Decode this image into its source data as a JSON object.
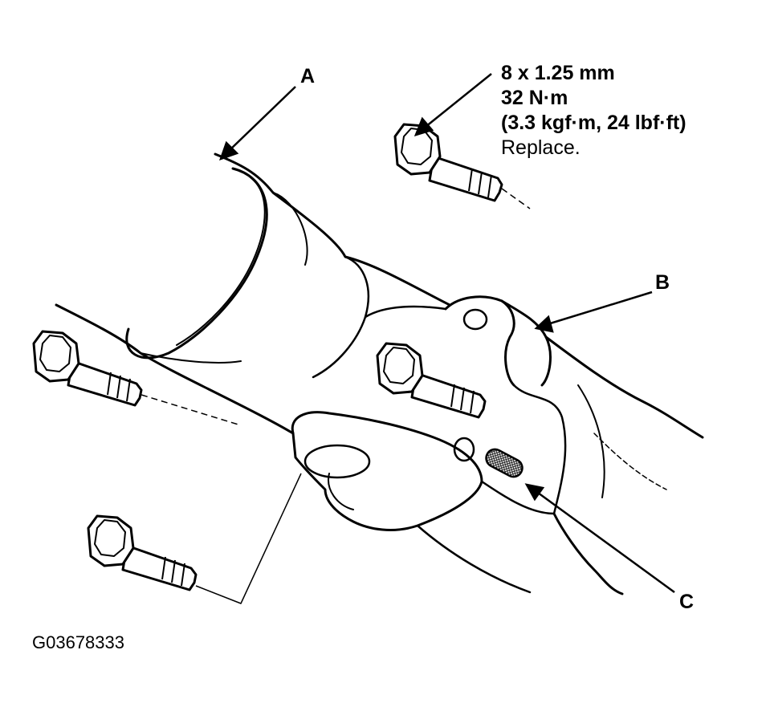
{
  "callouts": {
    "a": "A",
    "b": "B",
    "c": "C"
  },
  "fastener_spec": {
    "size": "8 x 1.25 mm",
    "torque_nm": "32 N·m",
    "torque_alt": "(3.3 kgf·m, 24 lbf·ft)",
    "note": "Replace."
  },
  "figure_id": "G03678333",
  "colors": {
    "line": "#000000",
    "background": "#ffffff",
    "gasket_fill": "#555555"
  }
}
